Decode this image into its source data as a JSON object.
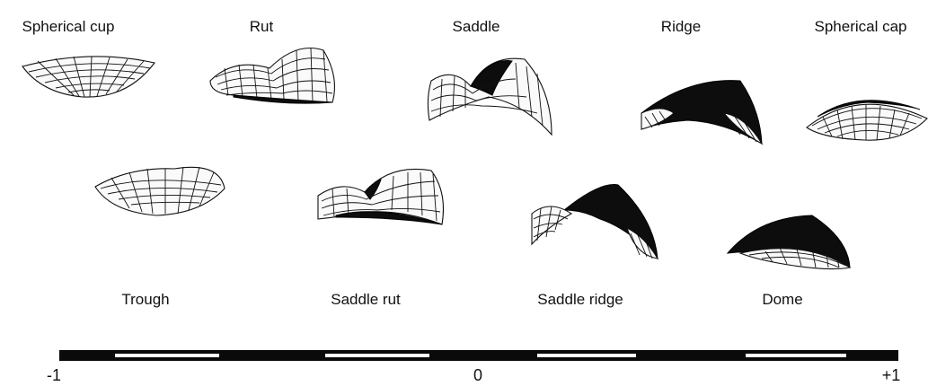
{
  "labels": {
    "top": [
      "Spherical cup",
      "Rut",
      "Saddle",
      "Ridge",
      "Spherical cap"
    ],
    "bottom": [
      "Trough",
      "Saddle rut",
      "Saddle ridge",
      "Dome"
    ]
  },
  "scale": {
    "min": "-1",
    "mid": "0",
    "max": "+1"
  },
  "colors": {
    "ink": "#111111",
    "background": "#ffffff"
  }
}
